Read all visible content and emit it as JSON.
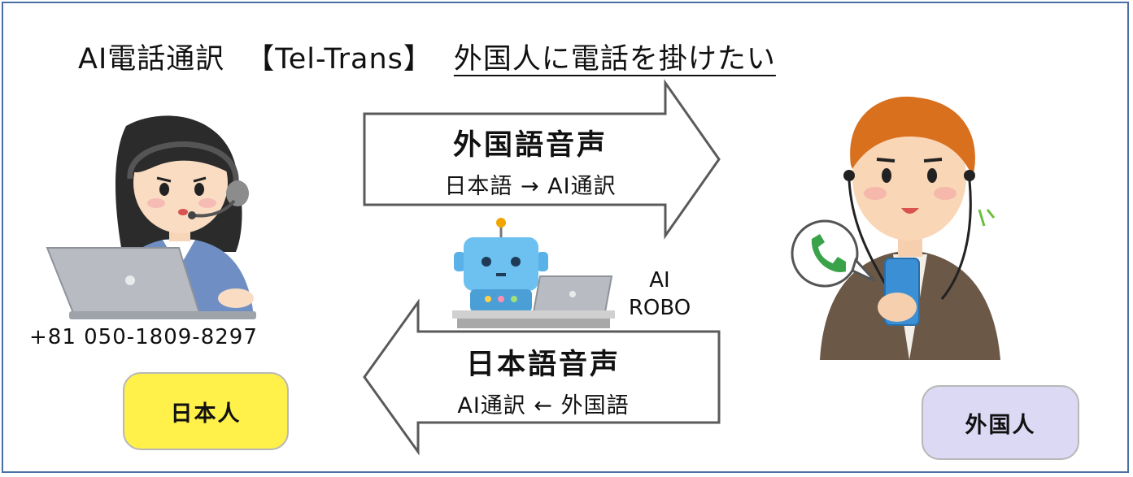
{
  "title": {
    "prefix": "AI電話通訳",
    "brand": "【Tel-Trans】",
    "subtitle": "外国人に電話を掛けたい"
  },
  "arrow_out": {
    "heading": "外国語音声",
    "sub": "日本語 → AI通訳"
  },
  "arrow_in": {
    "heading": "日本語音声",
    "sub": "AI通訳 ← 外国語"
  },
  "robot": {
    "label_line1": "AI",
    "label_line2": "ROBO"
  },
  "japanese_person": {
    "phone": "+81 050-1809-8297",
    "label": "日本人",
    "label_color": "#fff04a"
  },
  "foreign_person": {
    "label": "外国人",
    "label_color": "#dcd9f4"
  },
  "colors": {
    "frame": "#4a6fa5",
    "arrow_fill": "#ffffff",
    "arrow_stroke": "#5a5a5a"
  }
}
